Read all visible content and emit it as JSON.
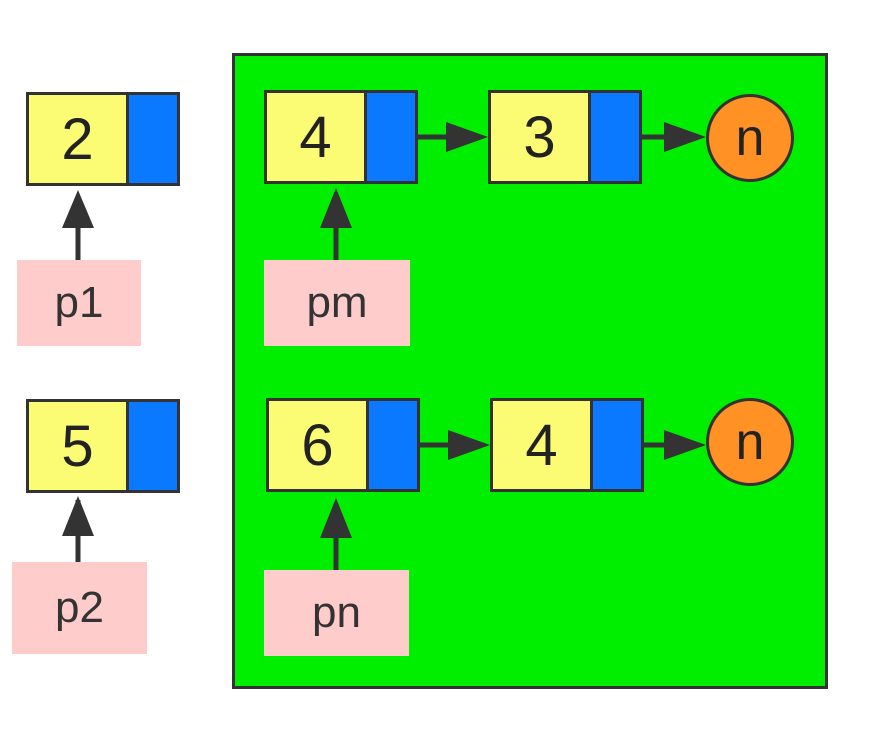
{
  "left_lists": {
    "p1": {
      "node_value": "2",
      "pointer_label": "p1"
    },
    "p2": {
      "node_value": "5",
      "pointer_label": "p2"
    }
  },
  "region": {
    "list_m": {
      "values": [
        "4",
        "3"
      ],
      "nil": "n",
      "pointer_label": "pm"
    },
    "list_n": {
      "values": [
        "6",
        "4"
      ],
      "nil": "n",
      "pointer_label": "pn"
    }
  },
  "colors": {
    "node_value_fill": "#fbfb74",
    "node_pointer_fill": "#0a79ff",
    "nil_fill": "#ff9125",
    "pointer_label_fill": "#ffcccc",
    "region_fill": "#00ee00"
  }
}
